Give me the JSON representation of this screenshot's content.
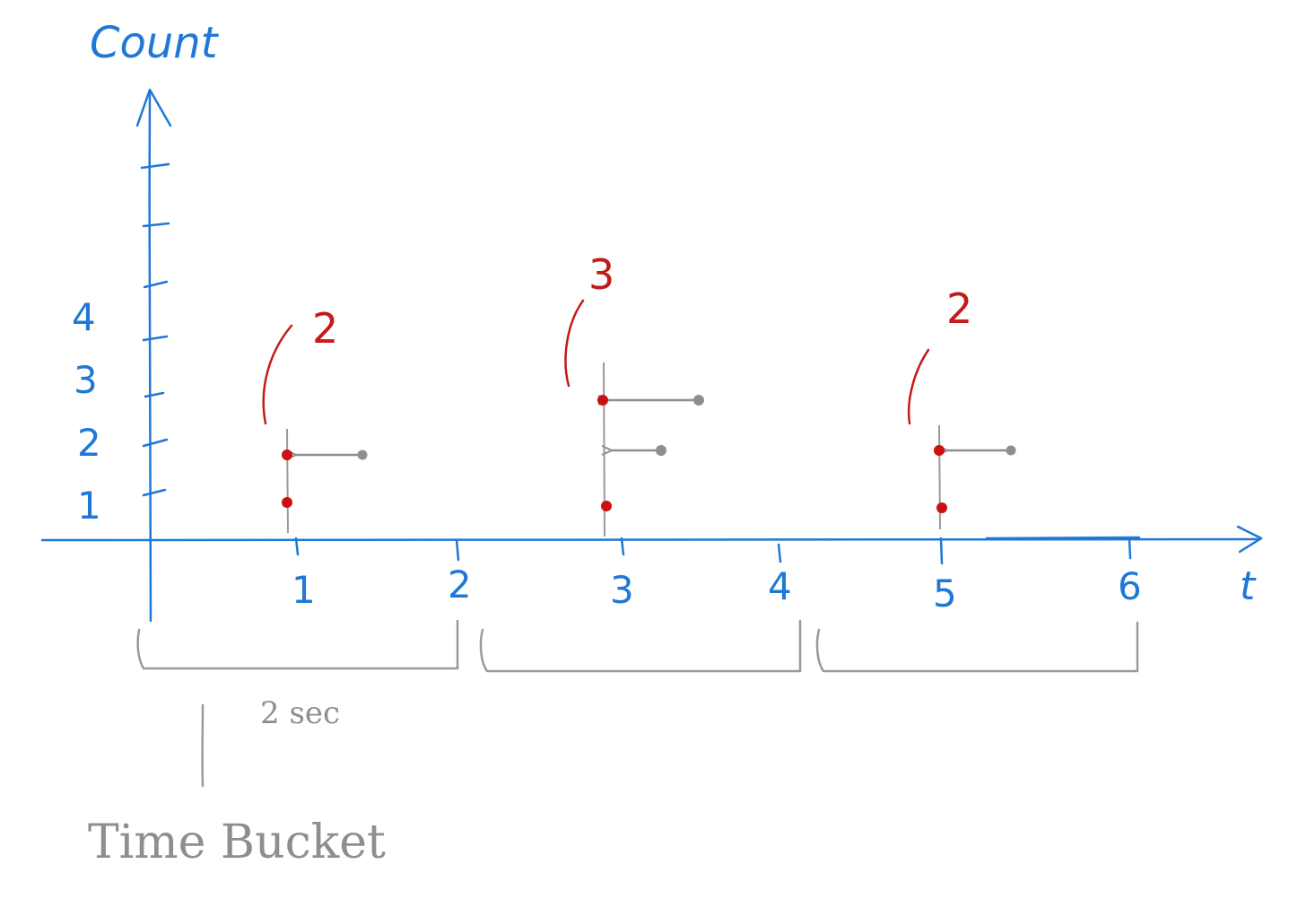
{
  "colors": {
    "axis": "#1f78d6",
    "points": "#cc1010",
    "count_labels": "#c41a1a",
    "annotations": "#8e8e8e"
  },
  "axes": {
    "y_label": "Count",
    "x_label": "t",
    "y_tick_labels": [
      "1",
      "2",
      "3",
      "4"
    ],
    "x_tick_labels": [
      "1",
      "2",
      "3",
      "4",
      "5",
      "6"
    ]
  },
  "buckets": [
    {
      "points_at": 1,
      "count": "2",
      "values": [
        1,
        2
      ],
      "arrived": [
        2
      ]
    },
    {
      "points_at": 3,
      "count": "3",
      "values": [
        1,
        2,
        3
      ],
      "arrived": [
        2,
        3
      ]
    },
    {
      "points_at": 5,
      "count": "2",
      "values": [
        1,
        2
      ],
      "arrived": [
        2
      ]
    }
  ],
  "annotations": {
    "bucket_width": "2 sec",
    "bucket_label": "Time Bucket"
  }
}
